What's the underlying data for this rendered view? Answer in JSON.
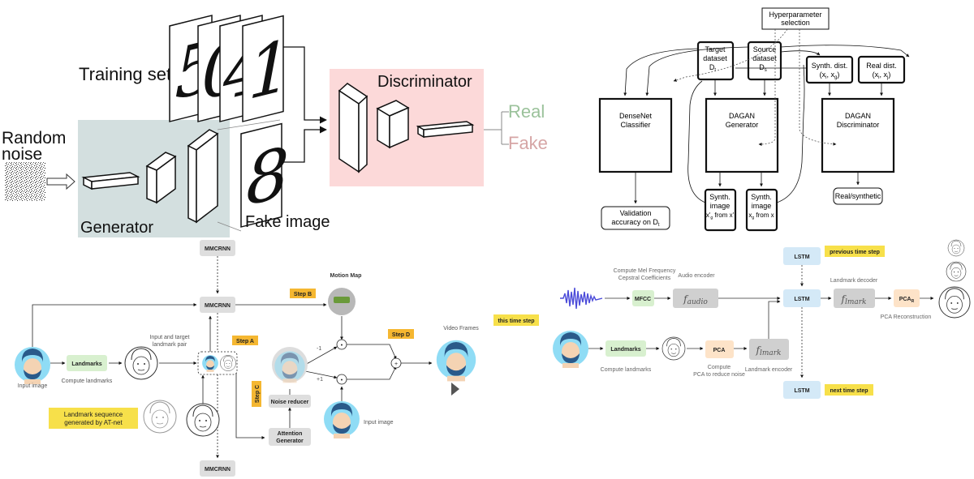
{
  "gan": {
    "training_set": "Training set",
    "random_noise": [
      "Random",
      "noise"
    ],
    "generator": "Generator",
    "discriminator": "Discriminator",
    "fake_image": "Fake image",
    "real": "Real",
    "fake": "Fake",
    "digits": [
      "5",
      "0",
      "4",
      "1"
    ],
    "fake_digit": "8",
    "colors": {
      "discriminator_bg": "#fcd9d9",
      "generator_bg": "#d3dfdf",
      "real": "#9bc29b",
      "fake": "#d6a5a5"
    }
  },
  "dagan": {
    "hyperparameter": [
      "Hyperparameter",
      "selection"
    ],
    "target_dataset": [
      "Target",
      "dataset",
      "D",
      "t"
    ],
    "source_dataset": [
      "Source",
      "dataset",
      "D",
      "s"
    ],
    "synth_dist": [
      "Synth. dist.",
      "(x",
      "i",
      ", x",
      "g",
      ")"
    ],
    "real_dist": [
      "Real dist.",
      "(x",
      "i",
      ", x",
      "j",
      ")"
    ],
    "densenet": [
      "DenseNet",
      "Classifier"
    ],
    "generator": [
      "DAGAN",
      "Generator"
    ],
    "discriminator": [
      "DAGAN",
      "Discriminator"
    ],
    "validation": [
      "Validation",
      "accuracy on D",
      "t"
    ],
    "synth_image_t": [
      "Synth.",
      "image",
      "x'",
      "g",
      " from x'"
    ],
    "synth_image_s": [
      "Synth.",
      "image",
      "x",
      "g",
      " from x"
    ],
    "real_synthetic": "Real/synthetic"
  },
  "atnet": {
    "mmcrnn": "MMCRNN",
    "step_a": "Step A",
    "step_b": "Step B",
    "step_c": "Step C",
    "step_d": "Step D",
    "motion_map": "Motion Map",
    "video_frames": "Video Frames",
    "this_time_step": "this time step",
    "input_image": "Input image",
    "landmarks": "Landmarks",
    "compute_landmarks": "Compute landmarks",
    "input_target_pair": [
      "Input and target",
      "landmark pair"
    ],
    "landmark_sequence": [
      "Landmark sequence",
      "generated by AT-net"
    ],
    "noise_reducer": "Noise reducer",
    "attention_generator": [
      "Attention",
      "Generator"
    ],
    "minus_one": "-1",
    "plus_one": "+1",
    "dot": "•",
    "plus": "+",
    "colors": {
      "step": "#f5b731",
      "highlight": "#f7e04a",
      "landmarks_bg": "#d8f0cf",
      "box": "#dedede",
      "face": "#4fc3e8"
    }
  },
  "atnet_lstm": {
    "lstm": "LSTM",
    "previous_time_step": "previous time step",
    "next_time_step": "next time step",
    "mfcc": "MFCC",
    "mfcc_caption": [
      "Compute Mel Frequency",
      "Cepstral Coefficients"
    ],
    "audio_encoder": "Audio encoder",
    "f_audio": [
      "f",
      "audio"
    ],
    "landmark_decoder": "Landmark decoder",
    "f_lmark_dec": [
      "f",
      "lmark"
    ],
    "pca_r": [
      "PCA",
      "R"
    ],
    "pca_reconstruction": "PCA Reconstruction",
    "landmarks": "Landmarks",
    "compute_landmarks": "Compute landmarks",
    "pca": "PCA",
    "pca_caption": [
      "Compute",
      "PCA to reduce noise"
    ],
    "f_lmark_enc": [
      "f",
      "lmark"
    ],
    "landmark_encoder": "Landmark encoder",
    "colors": {
      "lstm_bg": "#d4e9f7",
      "pca_bg": "#fde3c8",
      "mfcc_bg": "#d8f0cf",
      "wave": "#4b4bd9"
    }
  }
}
